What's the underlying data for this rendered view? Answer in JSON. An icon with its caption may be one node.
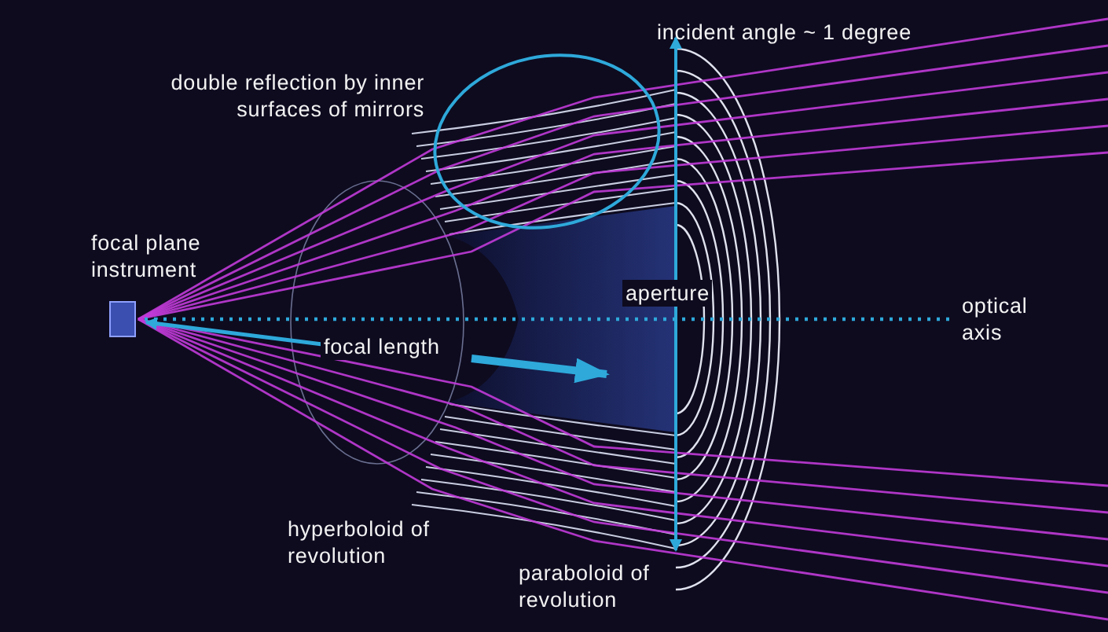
{
  "diagram": {
    "labels": [
      "incident angle ~ 1 degree",
      "double reflection by inner surfaces of mirrors",
      "focal plane instrument",
      "aperture",
      "optical axis",
      "focal length",
      "hyperboloid of revolution",
      "paraboloid of revolution"
    ]
  }
}
